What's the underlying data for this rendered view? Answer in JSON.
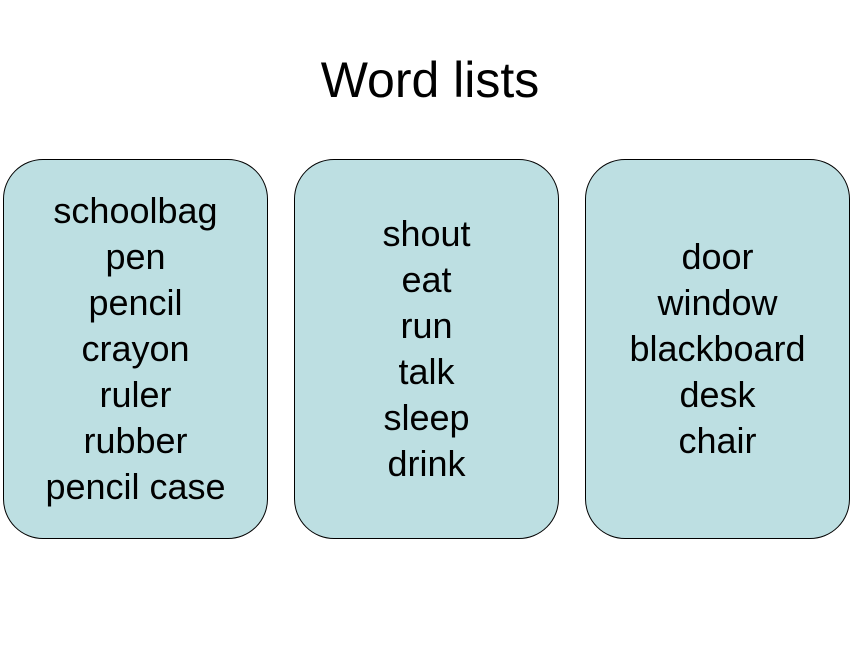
{
  "title": "Word lists",
  "colors": {
    "box_fill": "#bddfe2",
    "box_border": "#000000"
  },
  "word_lists": [
    {
      "words": [
        "schoolbag",
        "pen",
        "pencil",
        "crayon",
        "ruler",
        "rubber",
        "pencil case"
      ]
    },
    {
      "words": [
        "shout",
        "eat",
        "run",
        "talk",
        "sleep",
        "drink"
      ]
    },
    {
      "words": [
        "door",
        "window",
        "blackboard",
        "desk",
        "chair"
      ]
    }
  ]
}
